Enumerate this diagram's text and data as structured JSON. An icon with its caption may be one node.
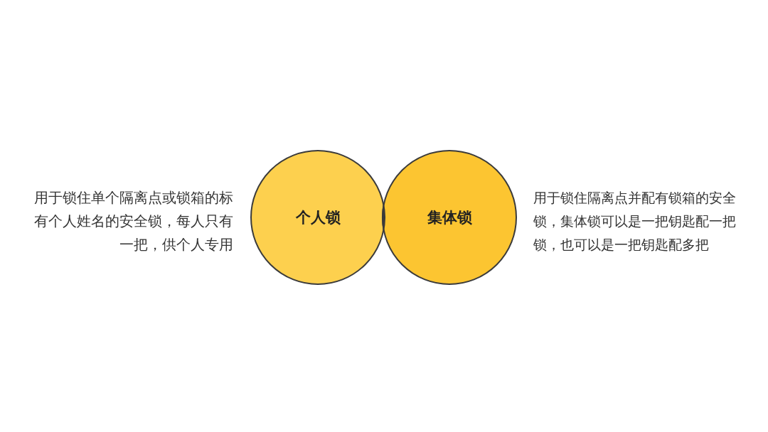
{
  "diagram": {
    "nodes": [
      {
        "text": [
          "个人锁"
        ],
        "beside": [
          "用于锁住单个隔离点或锁箱的标有个人姓名的安全锁，每人只有一把，供个人专用"
        ]
      },
      {
        "text": [
          "集体锁"
        ],
        "beside": [
          "用于锁住隔离点并配有锁箱的安全锁，集体锁可以是一把钥匙配一把锁，也可以是一把钥匙配多把"
        ]
      }
    ]
  }
}
